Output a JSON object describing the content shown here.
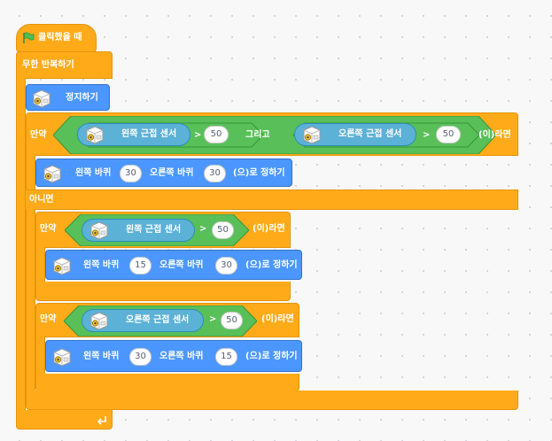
{
  "hat": {
    "label": "클릭했을 때"
  },
  "loop": {
    "label": "무한 반복하기"
  },
  "stop": {
    "label": "정지하기"
  },
  "if1": {
    "label": "만약",
    "left_sensor": "왼쪽 근접 센서",
    "gt": ">",
    "left_value": "50",
    "and_label": "그리고",
    "right_sensor": "오른쪽 근접 센서",
    "right_value": "50",
    "then_label": "(이)라면"
  },
  "set1": {
    "left_label": "왼쪽 바퀴",
    "left_value": "30",
    "right_label": "오른쪽 바퀴",
    "right_value": "30",
    "suffix": "(으)로 정하기"
  },
  "else": {
    "label": "아니면"
  },
  "if2": {
    "label": "만약",
    "sensor": "왼쪽 근접 센서",
    "gt": ">",
    "value": "50",
    "then_label": "(이)라면"
  },
  "set2": {
    "left_label": "왼쪽 바퀴",
    "left_value": "15",
    "right_label": "오른쪽 바퀴",
    "right_value": "30",
    "suffix": "(으)로 정하기"
  },
  "if3": {
    "label": "만약",
    "sensor": "오른쪽 근접 센서",
    "gt": ">",
    "value": "50",
    "then_label": "(이)라면"
  },
  "set3": {
    "left_label": "왼쪽 바퀴",
    "left_value": "30",
    "right_label": "오른쪽 바퀴",
    "right_value": "15",
    "suffix": "(으)로 정하기"
  },
  "colors": {
    "control": "#ffab19",
    "motion": "#4c97ff",
    "operator": "#59c059",
    "sensor": "#5cb1d6"
  },
  "icons": {
    "hat": "green-flag-icon",
    "robot": "robot-icon",
    "loop_end": "loop-arrow-icon"
  }
}
